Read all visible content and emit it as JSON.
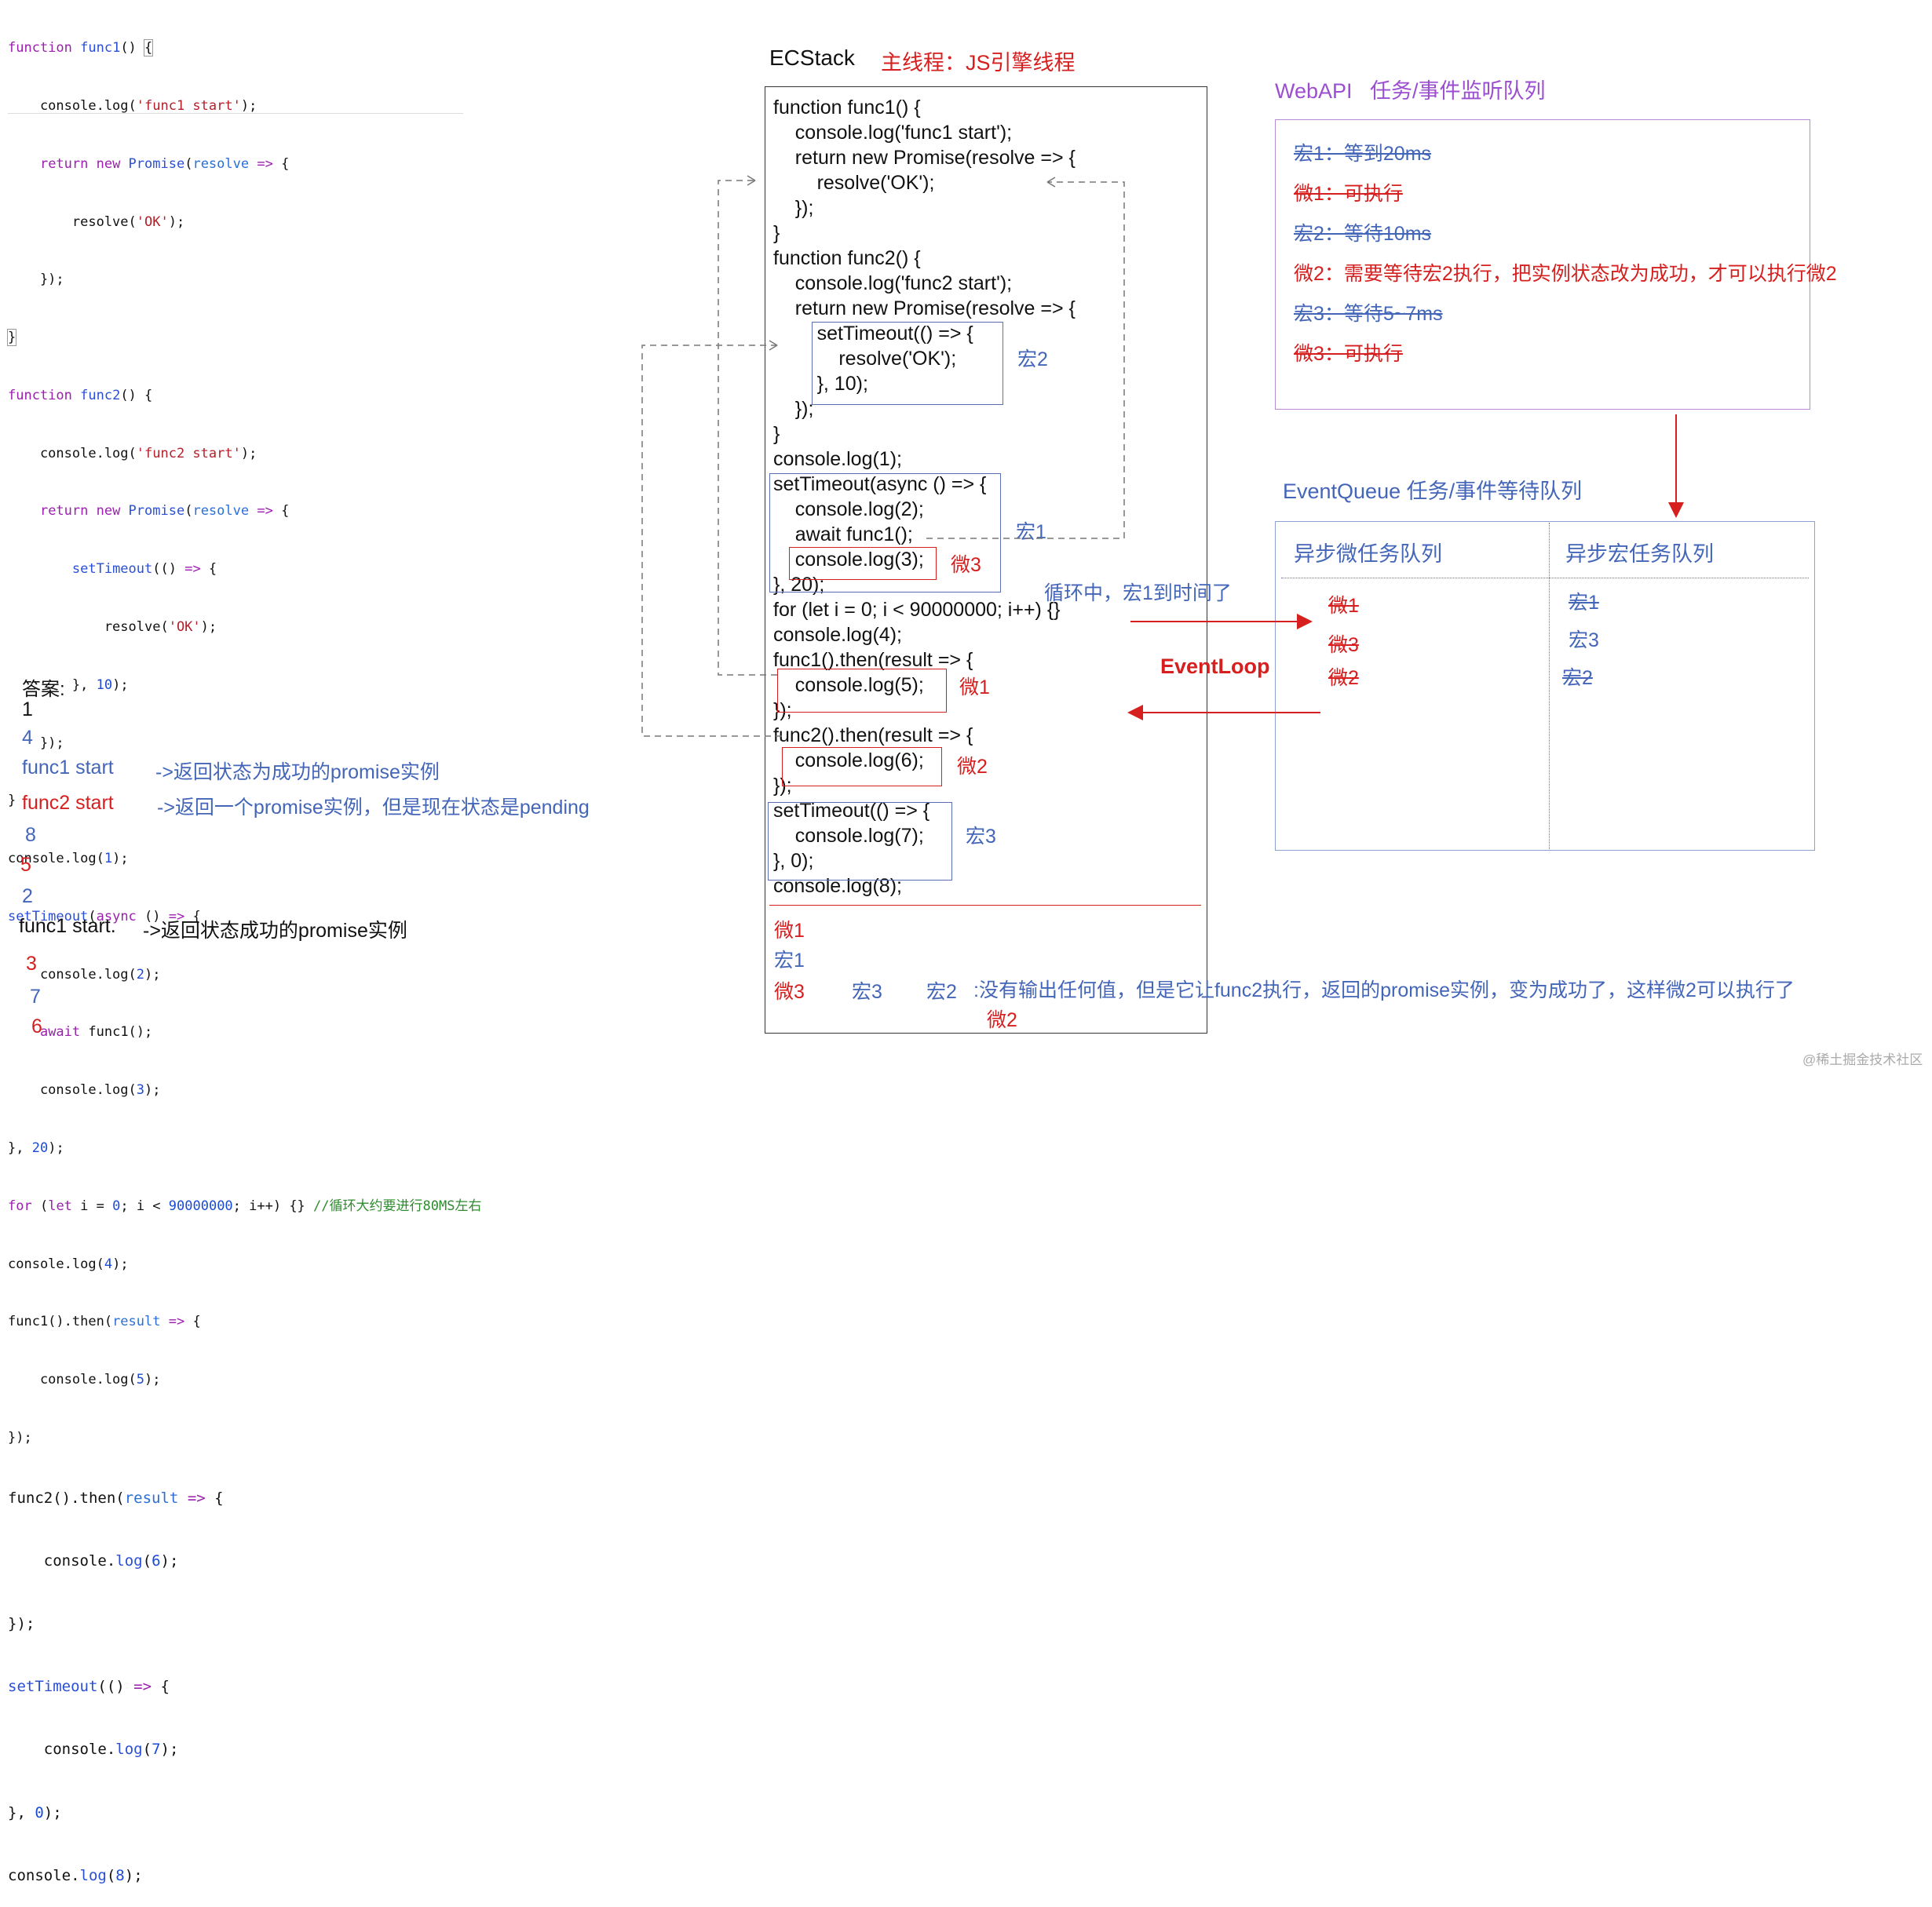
{
  "colors": {
    "blue": "#4466b8",
    "red": "#d61f1f",
    "purple": "#9b4fd0",
    "box_blue": "#5a6eb5",
    "box_red": "#d61f1f"
  },
  "code_lines": [
    "function func1() {",
    "    console.log('func1 start');",
    "    return new Promise(resolve => {",
    "        resolve('OK');",
    "    });",
    "}",
    "function func2() {",
    "    console.log('func2 start');",
    "    return new Promise(resolve => {",
    "        setTimeout(() => {",
    "            resolve('OK');",
    "        }, 10);",
    "    });",
    "}",
    "console.log(1);",
    "setTimeout(async () => {",
    "    console.log(2);",
    "    await func1();",
    "    console.log(3);",
    "}, 20);",
    "for (let i = 0; i < 90000000; i++) {} //循环大约要进行80MS左右",
    "console.log(4);",
    "func1().then(result => {",
    "    console.log(5);",
    "});",
    "func2().then(result => {",
    "    console.log(6);",
    "});",
    "setTimeout(() => {",
    "    console.log(7);",
    "}, 0);",
    "console.log(8);"
  ],
  "answer": {
    "title": "答案:",
    "lines": [
      {
        "text": "1",
        "color": "#111111"
      },
      {
        "text": "4",
        "color": "#4466b8"
      },
      {
        "text": "func1 start",
        "color": "#4466b8",
        "note": "->返回状态为成功的promise实例"
      },
      {
        "text": "func2 start",
        "color": "#d61f1f",
        "note": "->返回一个promise实例，但是现在状态是pending"
      },
      {
        "text": "8",
        "color": "#4466b8"
      },
      {
        "text": "5",
        "color": "#d61f1f"
      },
      {
        "text": "2",
        "color": "#4466b8"
      },
      {
        "text": "func1 start.",
        "color": "#111111",
        "note": "->返回状态成功的promise实例"
      },
      {
        "text": "3",
        "color": "#d61f1f"
      },
      {
        "text": "7",
        "color": "#4466b8"
      },
      {
        "text": "6",
        "color": "#d61f1f"
      }
    ]
  },
  "ecstack": {
    "title": "ECStack",
    "thread_label": "主线程：JS引擎线程",
    "lines": [
      "function func1() {",
      "    console.log('func1 start');",
      "    return new Promise(resolve => {",
      "        resolve('OK');",
      "    });",
      "}",
      "function func2() {",
      "    console.log('func2 start');",
      "    return new Promise(resolve => {",
      "        setTimeout(() => {",
      "            resolve('OK');",
      "        }, 10);",
      "    });",
      "}",
      "console.log(1);",
      "setTimeout(async () => {",
      "    console.log(2);",
      "    await func1();",
      "    console.log(3);",
      "}, 20);",
      "for (let i = 0; i < 90000000; i++) {}",
      "console.log(4);",
      "func1().then(result => {",
      "    console.log(5);",
      "});",
      "func2().then(result => {",
      "    console.log(6);",
      "});",
      "setTimeout(() => {",
      "    console.log(7);",
      "}, 0);",
      "console.log(8);"
    ],
    "tags": {
      "hong2": "宏2",
      "hong1": "宏1",
      "wei3": "微3",
      "wei1": "微1",
      "wei2": "微2",
      "hong3": "宏3"
    },
    "bottom": {
      "row1": "微1",
      "row2": "宏1",
      "row3_a": "微3",
      "row3_b": "宏3",
      "row3_c": "宏2",
      "row3_note": ":没有输出任何值，但是它让func2执行，返回的promise实例，变为成功了，这样微2可以执行了",
      "row4": "微2"
    }
  },
  "webapi": {
    "title": "WebAPI   任务/事件监听队列",
    "items": [
      {
        "text": "宏1：等到20ms",
        "color": "#4466b8"
      },
      {
        "text": "微1：可执行",
        "color": "#d61f1f"
      },
      {
        "text": "宏2：等待10ms",
        "color": "#4466b8"
      },
      {
        "text": "微2：需要等待宏2执行，把实例状态改为成功，才可以执行微2",
        "color": "#d61f1f"
      },
      {
        "text": "宏3：等待5~7ms",
        "color": "#4466b8"
      },
      {
        "text": "微3：可执行",
        "color": "#d61f1f"
      }
    ]
  },
  "eventqueue": {
    "title": "EventQueue 任务/事件等待队列",
    "micro_header": "异步微任务队列",
    "macro_header": "异步宏任务队列",
    "micro_items": [
      "微1",
      "微3",
      "微2"
    ],
    "macro_items": [
      "宏1",
      "宏3",
      "宏2"
    ]
  },
  "loop_note": "循环中，宏1到时间了",
  "eventloop_label": "EventLoop",
  "watermark": "@稀土掘金技术社区"
}
